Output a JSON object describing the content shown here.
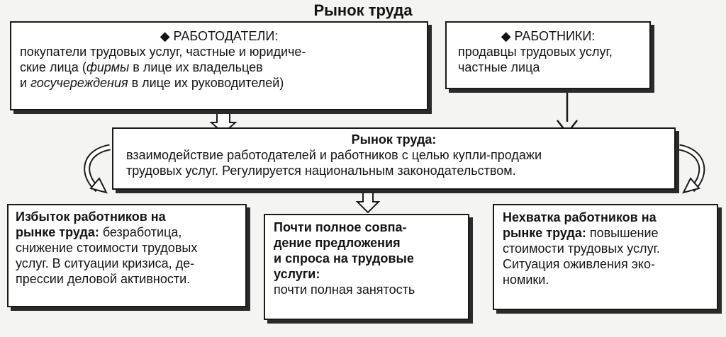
{
  "diagram": {
    "title": "Рынок труда",
    "employers": {
      "heading": "◆ РАБОТОДАТЕЛИ:",
      "line1": "покупатели трудовых услуг, частные и юридиче-",
      "line2": "ские лица (",
      "line2_italic": "фирмы",
      "line2_end": " в лице их владельцев",
      "line3_start": "и ",
      "line3_italic": "госучереждения",
      "line3_end": " в лице их руководителей)"
    },
    "workers": {
      "heading": "◆ РАБОТНИКИ:",
      "line1": "продавцы трудовых услуг,",
      "line2": "частные лица"
    },
    "market": {
      "heading": "Рынок труда:",
      "line1": "взаимодействие работодателей и работников с целью купли-продажи",
      "line2": "трудовых услуг. Регулируется национальным законодательством."
    },
    "surplus": {
      "line1_bold": "Избыток работников на",
      "line2_bold": "рынке труда:",
      "line2_rest": " безработица,",
      "line3": "снижение стоимости трудовых",
      "line4": "услуг. В ситуации кризиса, де-",
      "line5": "прессии деловой активности."
    },
    "balance": {
      "line1_bold": "Почти полное совпа-",
      "line2_bold": "дение предложения",
      "line3_bold": "и спроса на трудовые",
      "line4_bold": "услуги:",
      "line5": "почти полная занятость"
    },
    "shortage": {
      "line1_bold": "Нехватка работников на",
      "line2_bold": "рынке труда:",
      "line2_rest": " повышение",
      "line3": "стоимости трудовых услуг.",
      "line4": "Ситуация оживления эко-",
      "line5": "номики."
    }
  }
}
